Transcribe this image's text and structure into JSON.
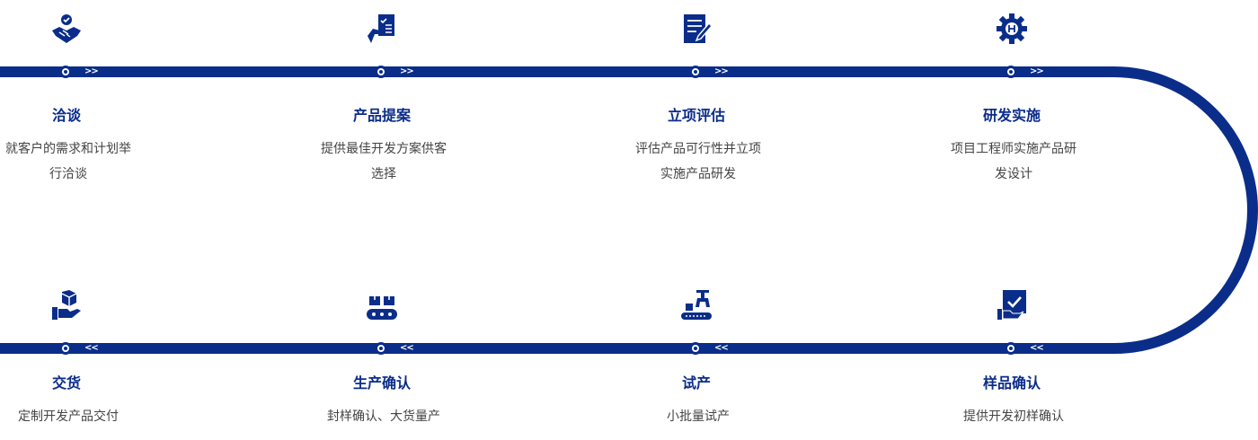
{
  "colors": {
    "accent": "#0b2d8a",
    "text": "#444444"
  },
  "top_row": [
    {
      "icon": "handshake-icon",
      "title": "洽谈",
      "desc": "就客户的需求和计划举行洽谈",
      "arrow": ">>"
    },
    {
      "icon": "hand-document-icon",
      "title": "产品提案",
      "desc": "提供最佳开发方案供客选择",
      "arrow": ">>"
    },
    {
      "icon": "edit-document-icon",
      "title": "立项评估",
      "desc": "评估产品可行性并立项实施产品研发",
      "arrow": ">>"
    },
    {
      "icon": "gear-icon",
      "title": "研发实施",
      "desc": "项目工程师实施产品研发设计",
      "arrow": ">>"
    }
  ],
  "bottom_row": [
    {
      "icon": "hand-box-icon",
      "title": "交货",
      "desc": "定制开发产品交付",
      "arrow": "<<"
    },
    {
      "icon": "conveyor-icon",
      "title": "生产确认",
      "desc": "封样确认、大货量产",
      "arrow": "<<"
    },
    {
      "icon": "robot-arm-icon",
      "title": "试产",
      "desc": "小批量试产",
      "arrow": "<<"
    },
    {
      "icon": "hand-check-icon",
      "title": "样品确认",
      "desc": "提供开发初样确认",
      "arrow": "<<"
    }
  ]
}
